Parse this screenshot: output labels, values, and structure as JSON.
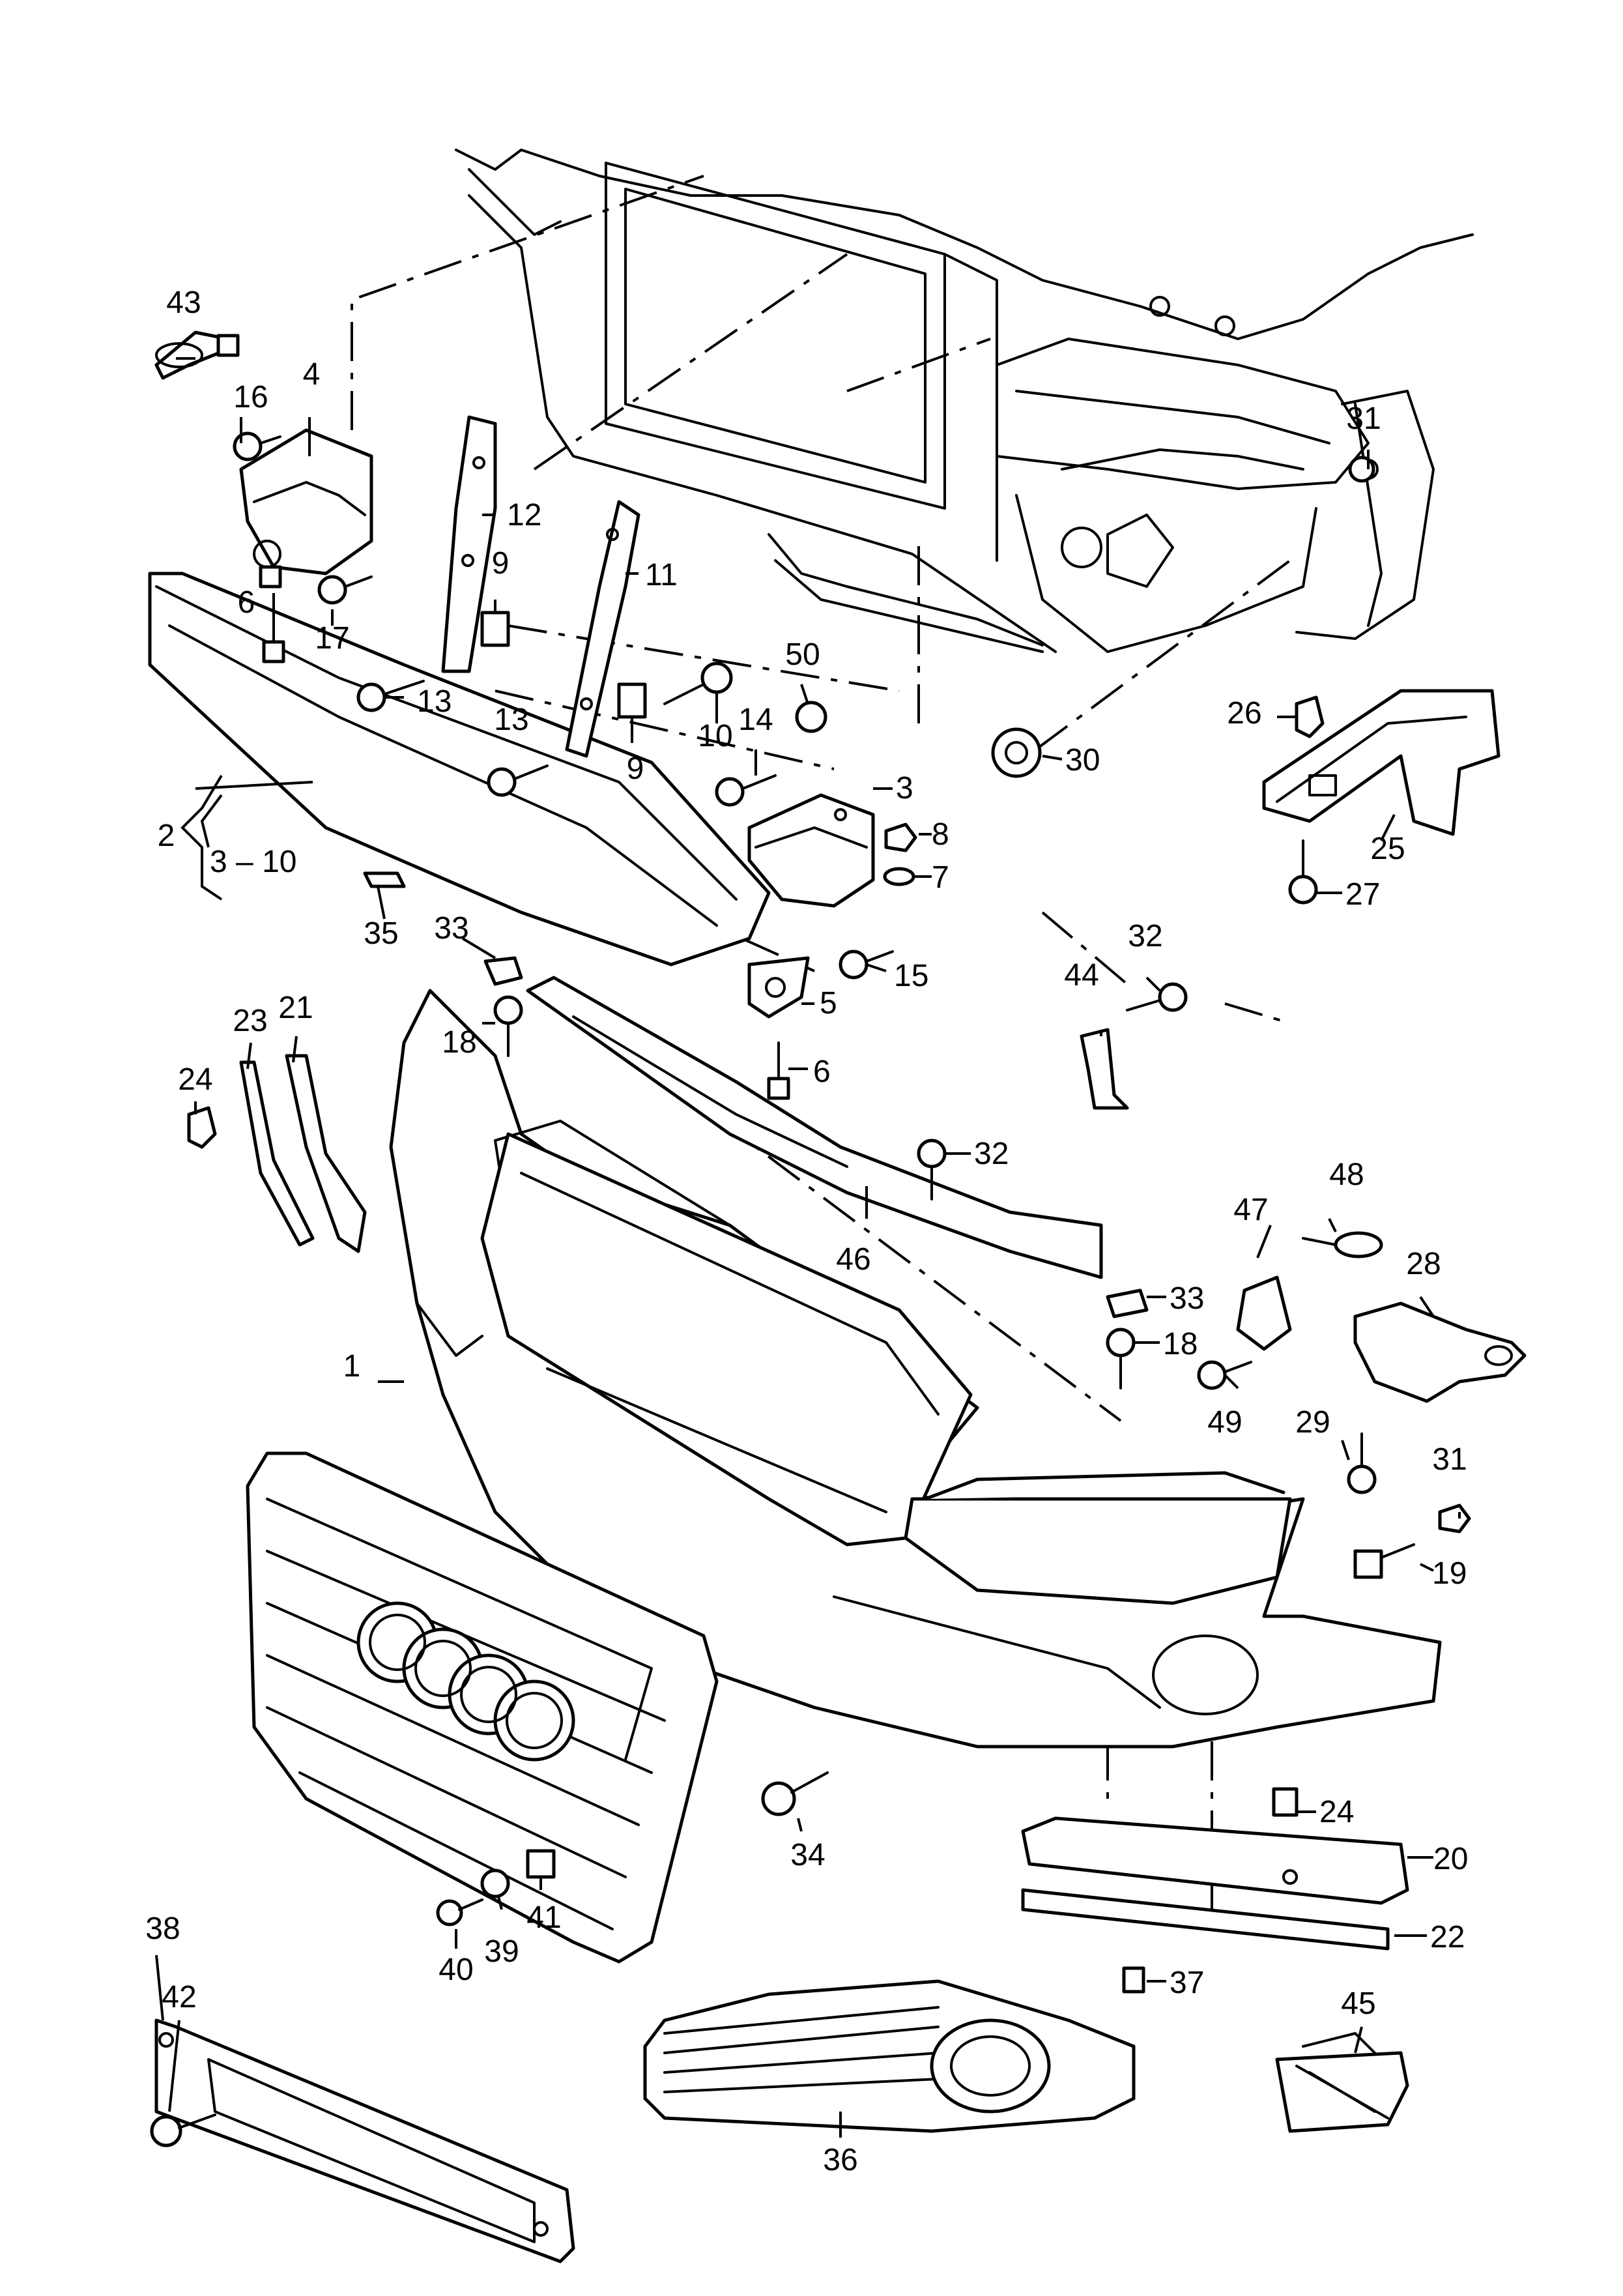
{
  "callouts": [
    "1",
    "2",
    "3",
    "4",
    "5",
    "6",
    "7",
    "8",
    "9",
    "10",
    "11",
    "12",
    "13",
    "14",
    "15",
    "16",
    "17",
    "18",
    "19",
    "20",
    "21",
    "22",
    "23",
    "24",
    "25",
    "26",
    "27",
    "28",
    "29",
    "30",
    "31",
    "32",
    "33",
    "34",
    "35",
    "36",
    "37",
    "38",
    "39",
    "40",
    "41",
    "42",
    "43",
    "44",
    "45",
    "46",
    "47",
    "48",
    "49",
    "50"
  ],
  "range_label": "3 – 10"
}
